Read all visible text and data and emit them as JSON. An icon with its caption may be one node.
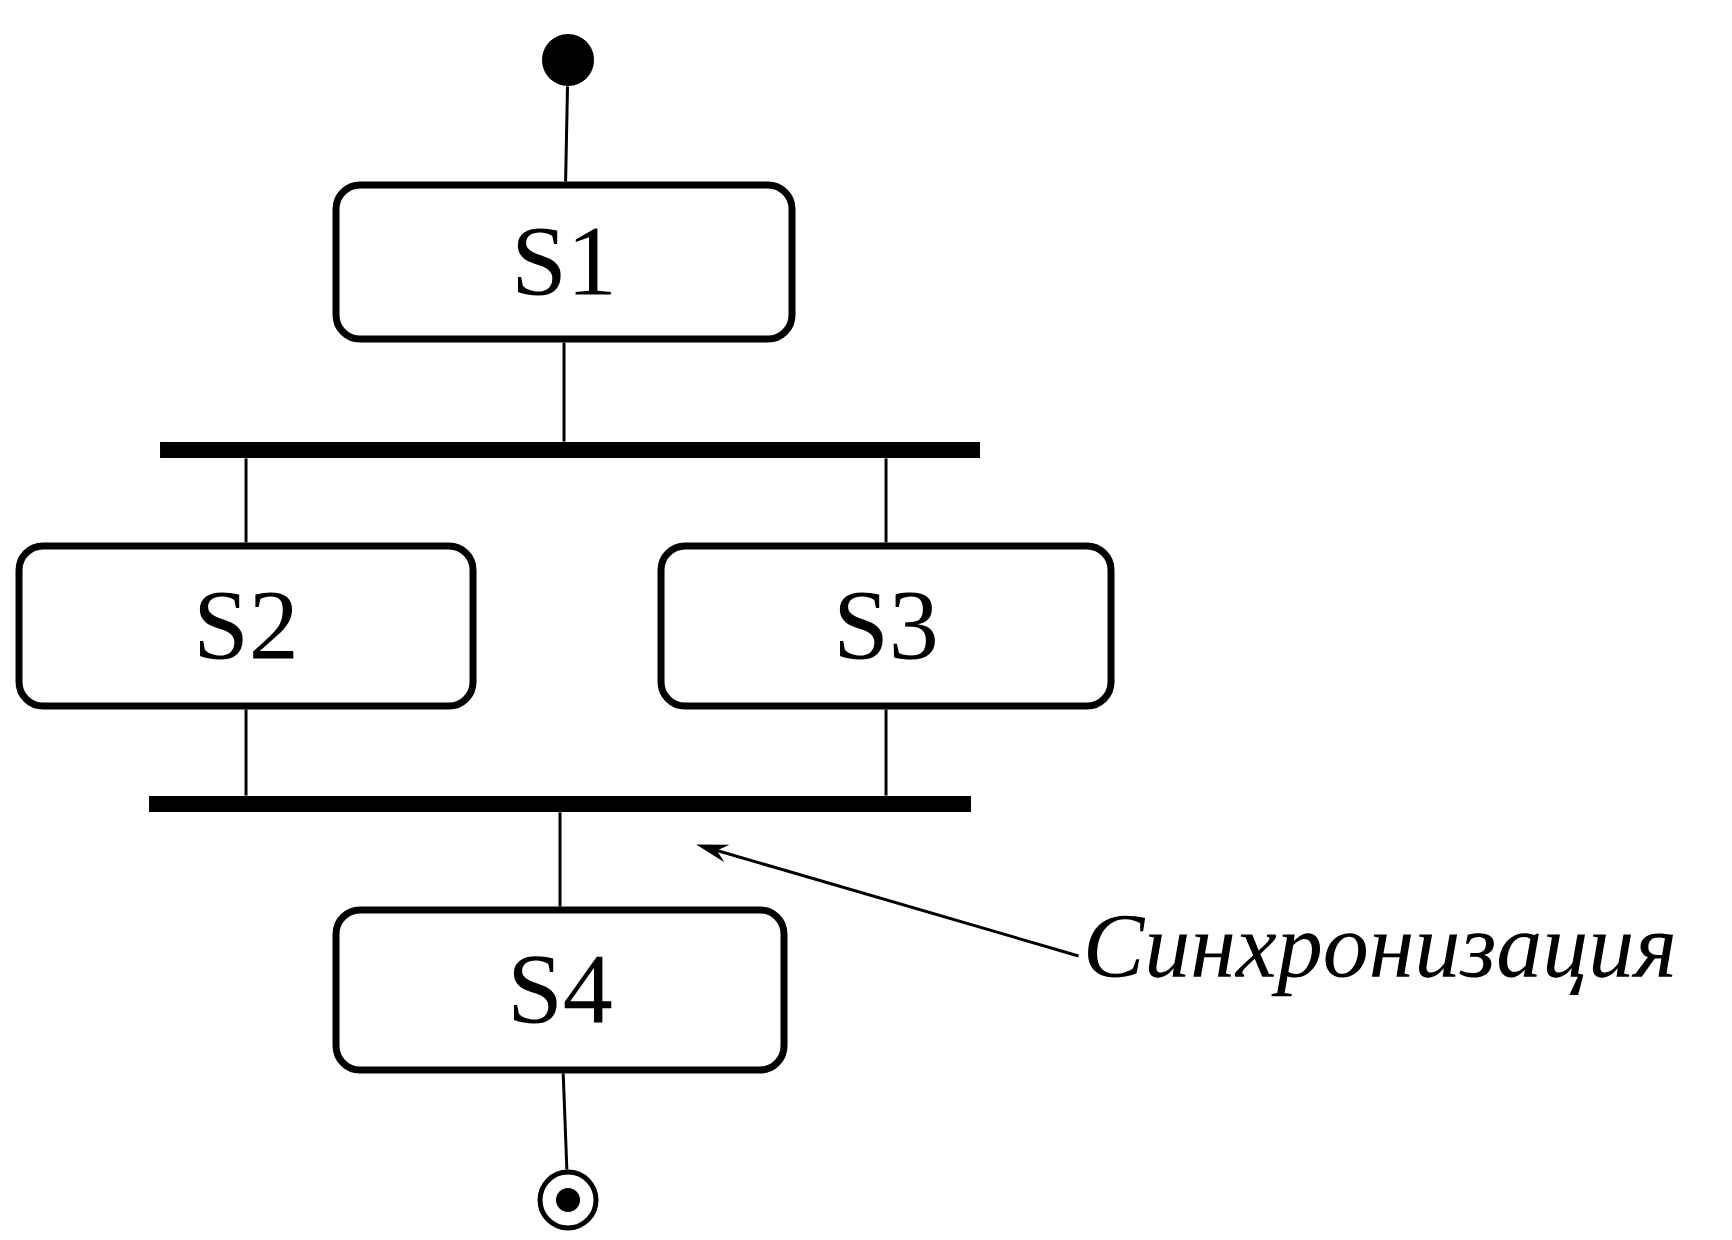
{
  "diagram": {
    "nodes": [
      {
        "text": [],
        "shape": "dot"
      },
      {
        "text": [
          "S1"
        ]
      },
      {
        "text": [],
        "shape": "bar"
      },
      {
        "text": [
          "S2"
        ]
      },
      {
        "text": [
          "S3"
        ]
      },
      {
        "text": [],
        "shape": "bar"
      },
      {
        "text": [
          "S4"
        ]
      },
      {
        "text": [],
        "shape": "circle"
      },
      {
        "text": [
          "Синхронизация"
        ]
      }
    ],
    "edges": [
      {
        "from": 0,
        "to": 1,
        "arrow": "none"
      },
      {
        "from": 1,
        "to": 2,
        "arrow": "none"
      },
      {
        "from": 2,
        "to": 3,
        "arrow": "none"
      },
      {
        "from": 2,
        "to": 4,
        "arrow": "none"
      },
      {
        "from": 3,
        "to": 5,
        "arrow": "none"
      },
      {
        "from": 4,
        "to": 5,
        "arrow": "none"
      },
      {
        "from": 5,
        "to": 6,
        "arrow": "none"
      },
      {
        "from": 6,
        "to": 7,
        "arrow": "none"
      },
      {
        "from": 8,
        "to": 5,
        "arrow": "to"
      }
    ]
  }
}
